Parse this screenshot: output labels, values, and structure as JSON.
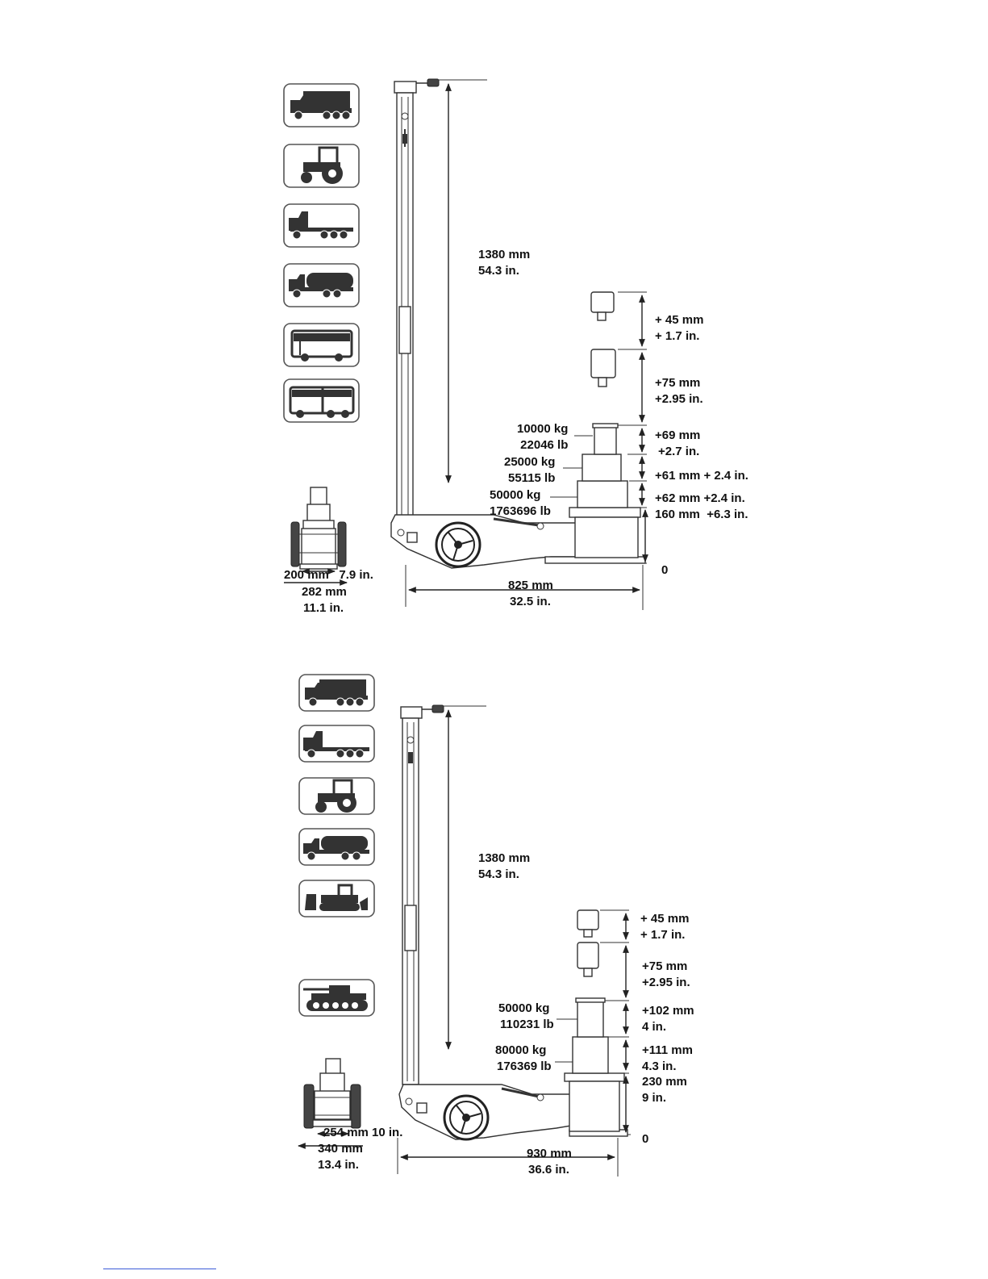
{
  "jack_1": {
    "vehicle_icons": [
      "truck-icon",
      "tractor-icon",
      "flatbed-truck-icon",
      "tanker-truck-icon",
      "bus-icon",
      "articulated-bus-icon"
    ],
    "height_total": {
      "mm": "1380 mm",
      "in": "54.3 in."
    },
    "extension_1": {
      "mm": "+ 45 mm",
      "in": "+ 1.7 in."
    },
    "extension_2": {
      "mm": "+75 mm",
      "in": "+2.95 in."
    },
    "stage_1": {
      "mm": "+69 mm",
      "in": "+2.7 in."
    },
    "stage_2": "+61 mm + 2.4 in.",
    "stage_3": "+62 mm +2.4 in.",
    "base_height": "160 mm  +6.3 in.",
    "zero": "0",
    "load_1": {
      "kg": "10000 kg",
      "lb": "22046 lb"
    },
    "load_2": {
      "kg": "25000 kg",
      "lb": "55115 lb"
    },
    "load_3": {
      "kg": "50000 kg",
      "lb": "1763696 lb"
    },
    "width_inner": "200 mm   7.9 in.",
    "width_outer": {
      "mm": "282 mm",
      "in": "11.1 in."
    },
    "length": {
      "mm": "825 mm",
      "in": "32.5 in."
    }
  },
  "jack_2": {
    "vehicle_icons": [
      "truck-icon",
      "flatbed-truck-icon",
      "tractor-icon",
      "tanker-truck-icon",
      "bulldozer-icon",
      "tank-icon"
    ],
    "height_total": {
      "mm": "1380 mm",
      "in": "54.3 in."
    },
    "extension_1": {
      "mm": "+ 45 mm",
      "in": "+ 1.7 in."
    },
    "extension_2": {
      "mm": "+75 mm",
      "in": "+2.95 in."
    },
    "stage_1": {
      "mm": "+102 mm",
      "in": "4 in."
    },
    "stage_2": {
      "mm": "+111 mm",
      "in": "4.3 in."
    },
    "base_height": {
      "mm": "230 mm",
      "in": "9 in."
    },
    "zero": "0",
    "load_1": {
      "kg": "50000 kg",
      "lb": "110231 lb"
    },
    "load_2": {
      "kg": "80000 kg",
      "lb": "176369 lb"
    },
    "width_inner": "254 mm 10 in.",
    "width_outer": {
      "mm": "340 mm",
      "in": "13.4 in."
    },
    "length": {
      "mm": "930 mm",
      "in": "36.6 in."
    }
  }
}
